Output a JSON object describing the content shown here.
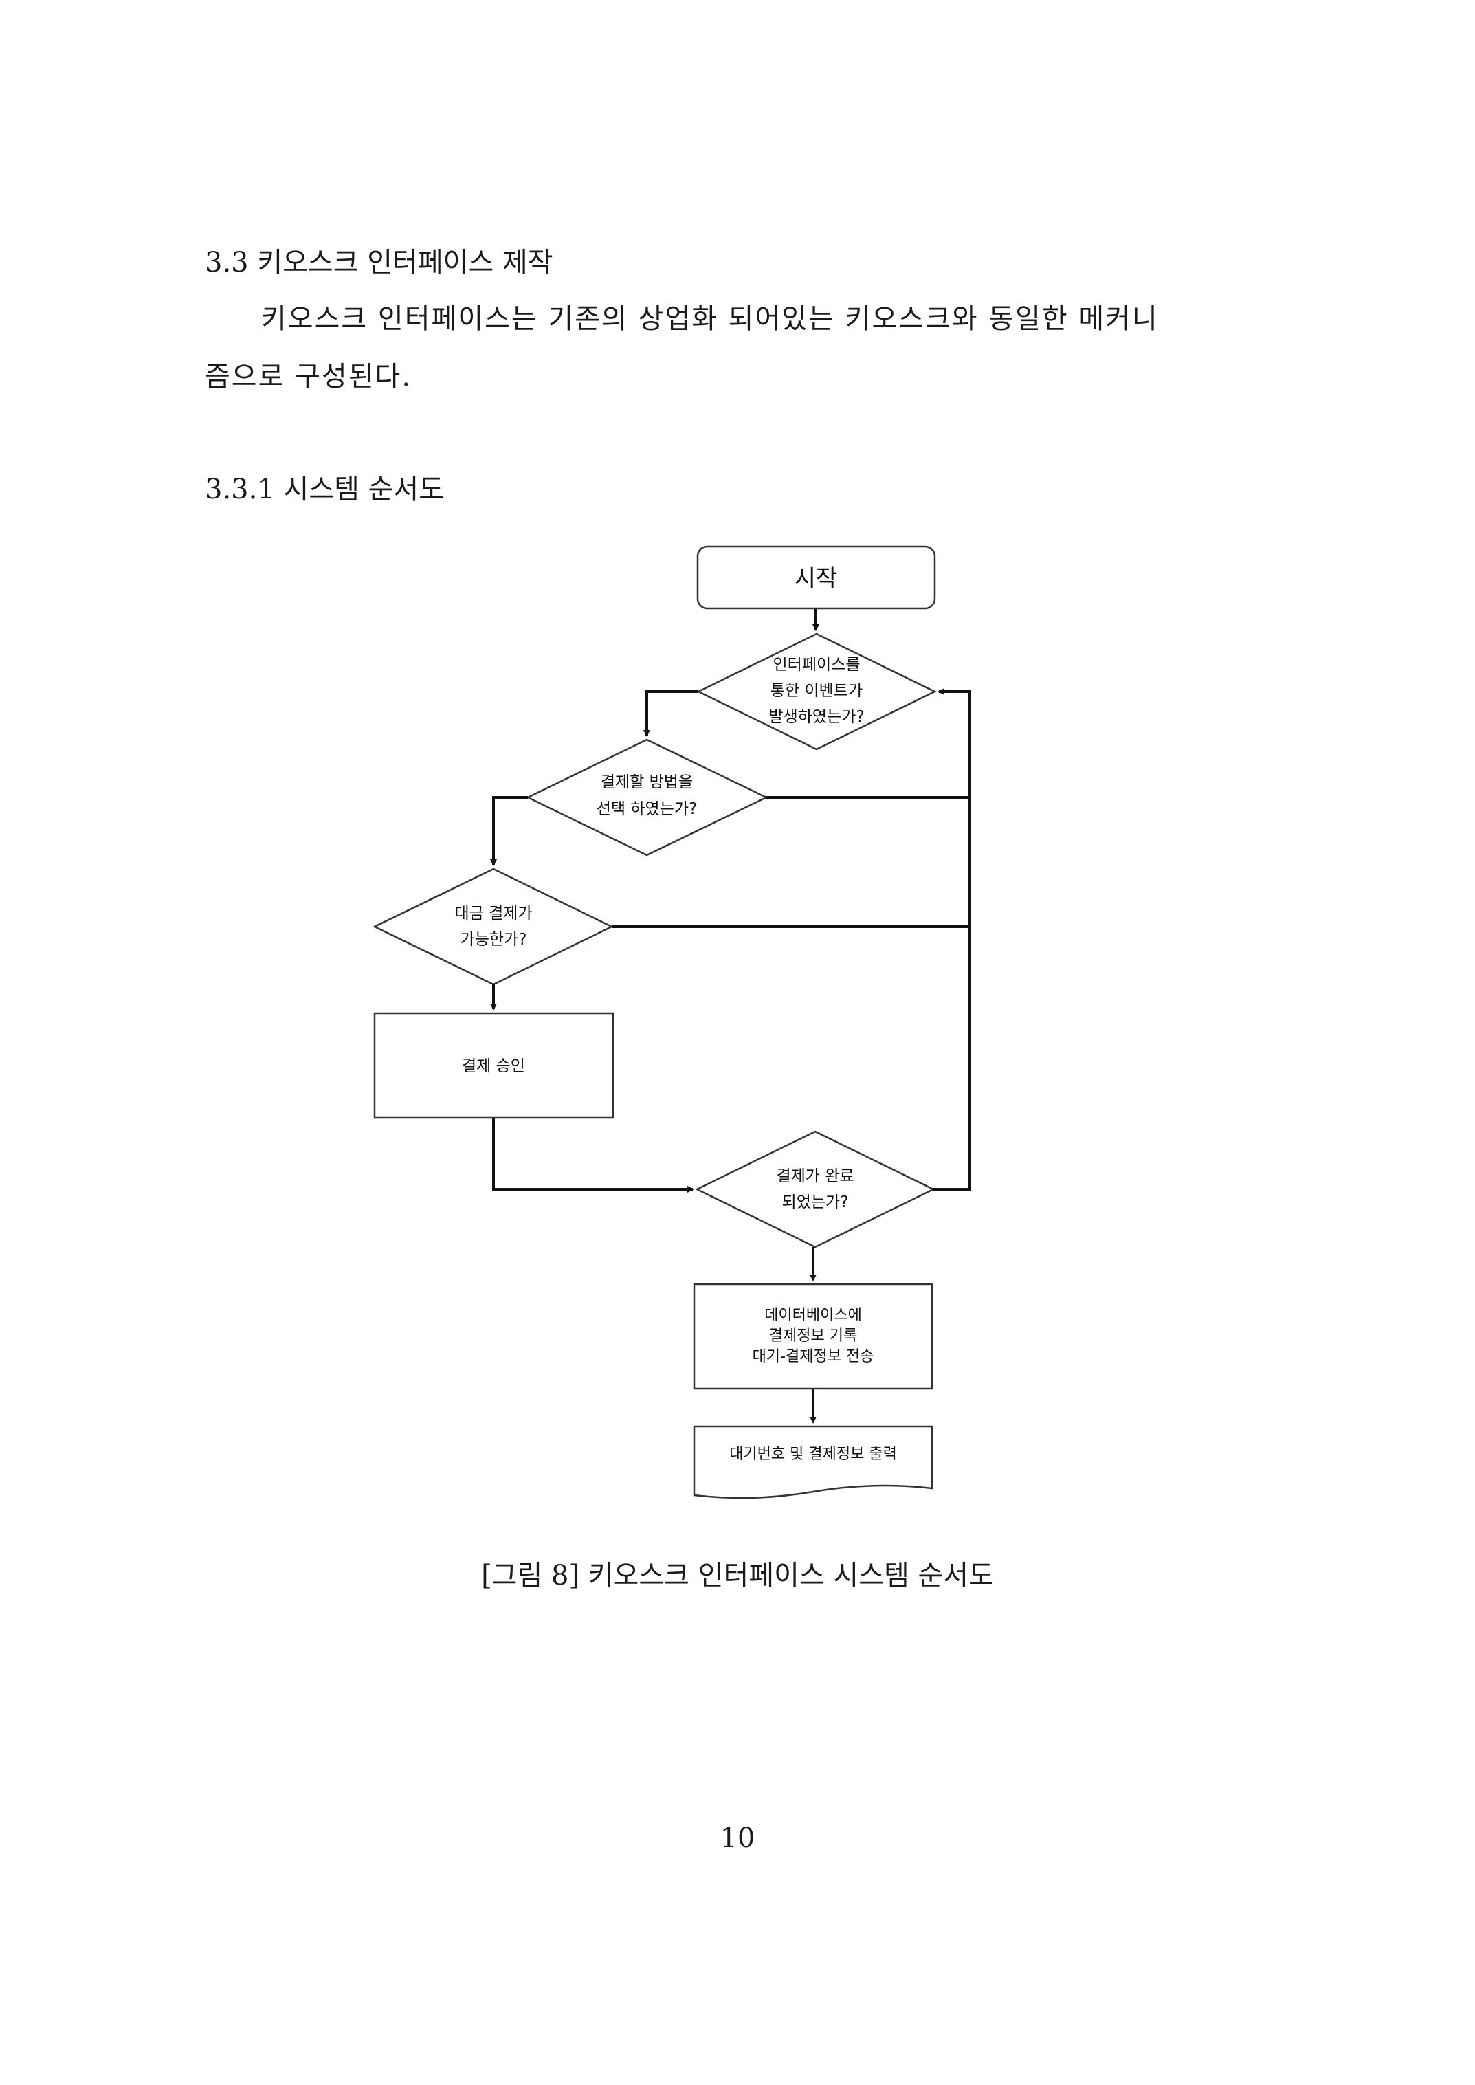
{
  "document": {
    "section_heading": "3.3 키오스크 인터페이스 제작",
    "paragraph": {
      "line1": "키오스크 인터페이스는 기존의 상업화 되어있는 키오스크와 동일한 메커니",
      "line2": "즘으로 구성된다."
    },
    "subsection_heading": "3.3.1 시스템 순서도",
    "figure_caption": "[그림 8] 키오스크 인터페이스 시스템 순서도",
    "page_number": "10"
  },
  "flowchart": {
    "start": "시작",
    "decision_event": [
      "인터페이스를",
      "통한 이벤트가",
      "발생하였는가?"
    ],
    "decision_method": [
      "결제할 방법을",
      "선택 하였는가?"
    ],
    "decision_payable": [
      "대금 결제가",
      "가능한가?"
    ],
    "process_approve": "결제 승인",
    "decision_complete": [
      "결제가 완료",
      "되었는가?"
    ],
    "process_db": [
      "데이터베이스에",
      "결제정보 기록",
      "대기-결제정보 전송"
    ],
    "output_print": "대기번호 및 결제정보 출력"
  }
}
